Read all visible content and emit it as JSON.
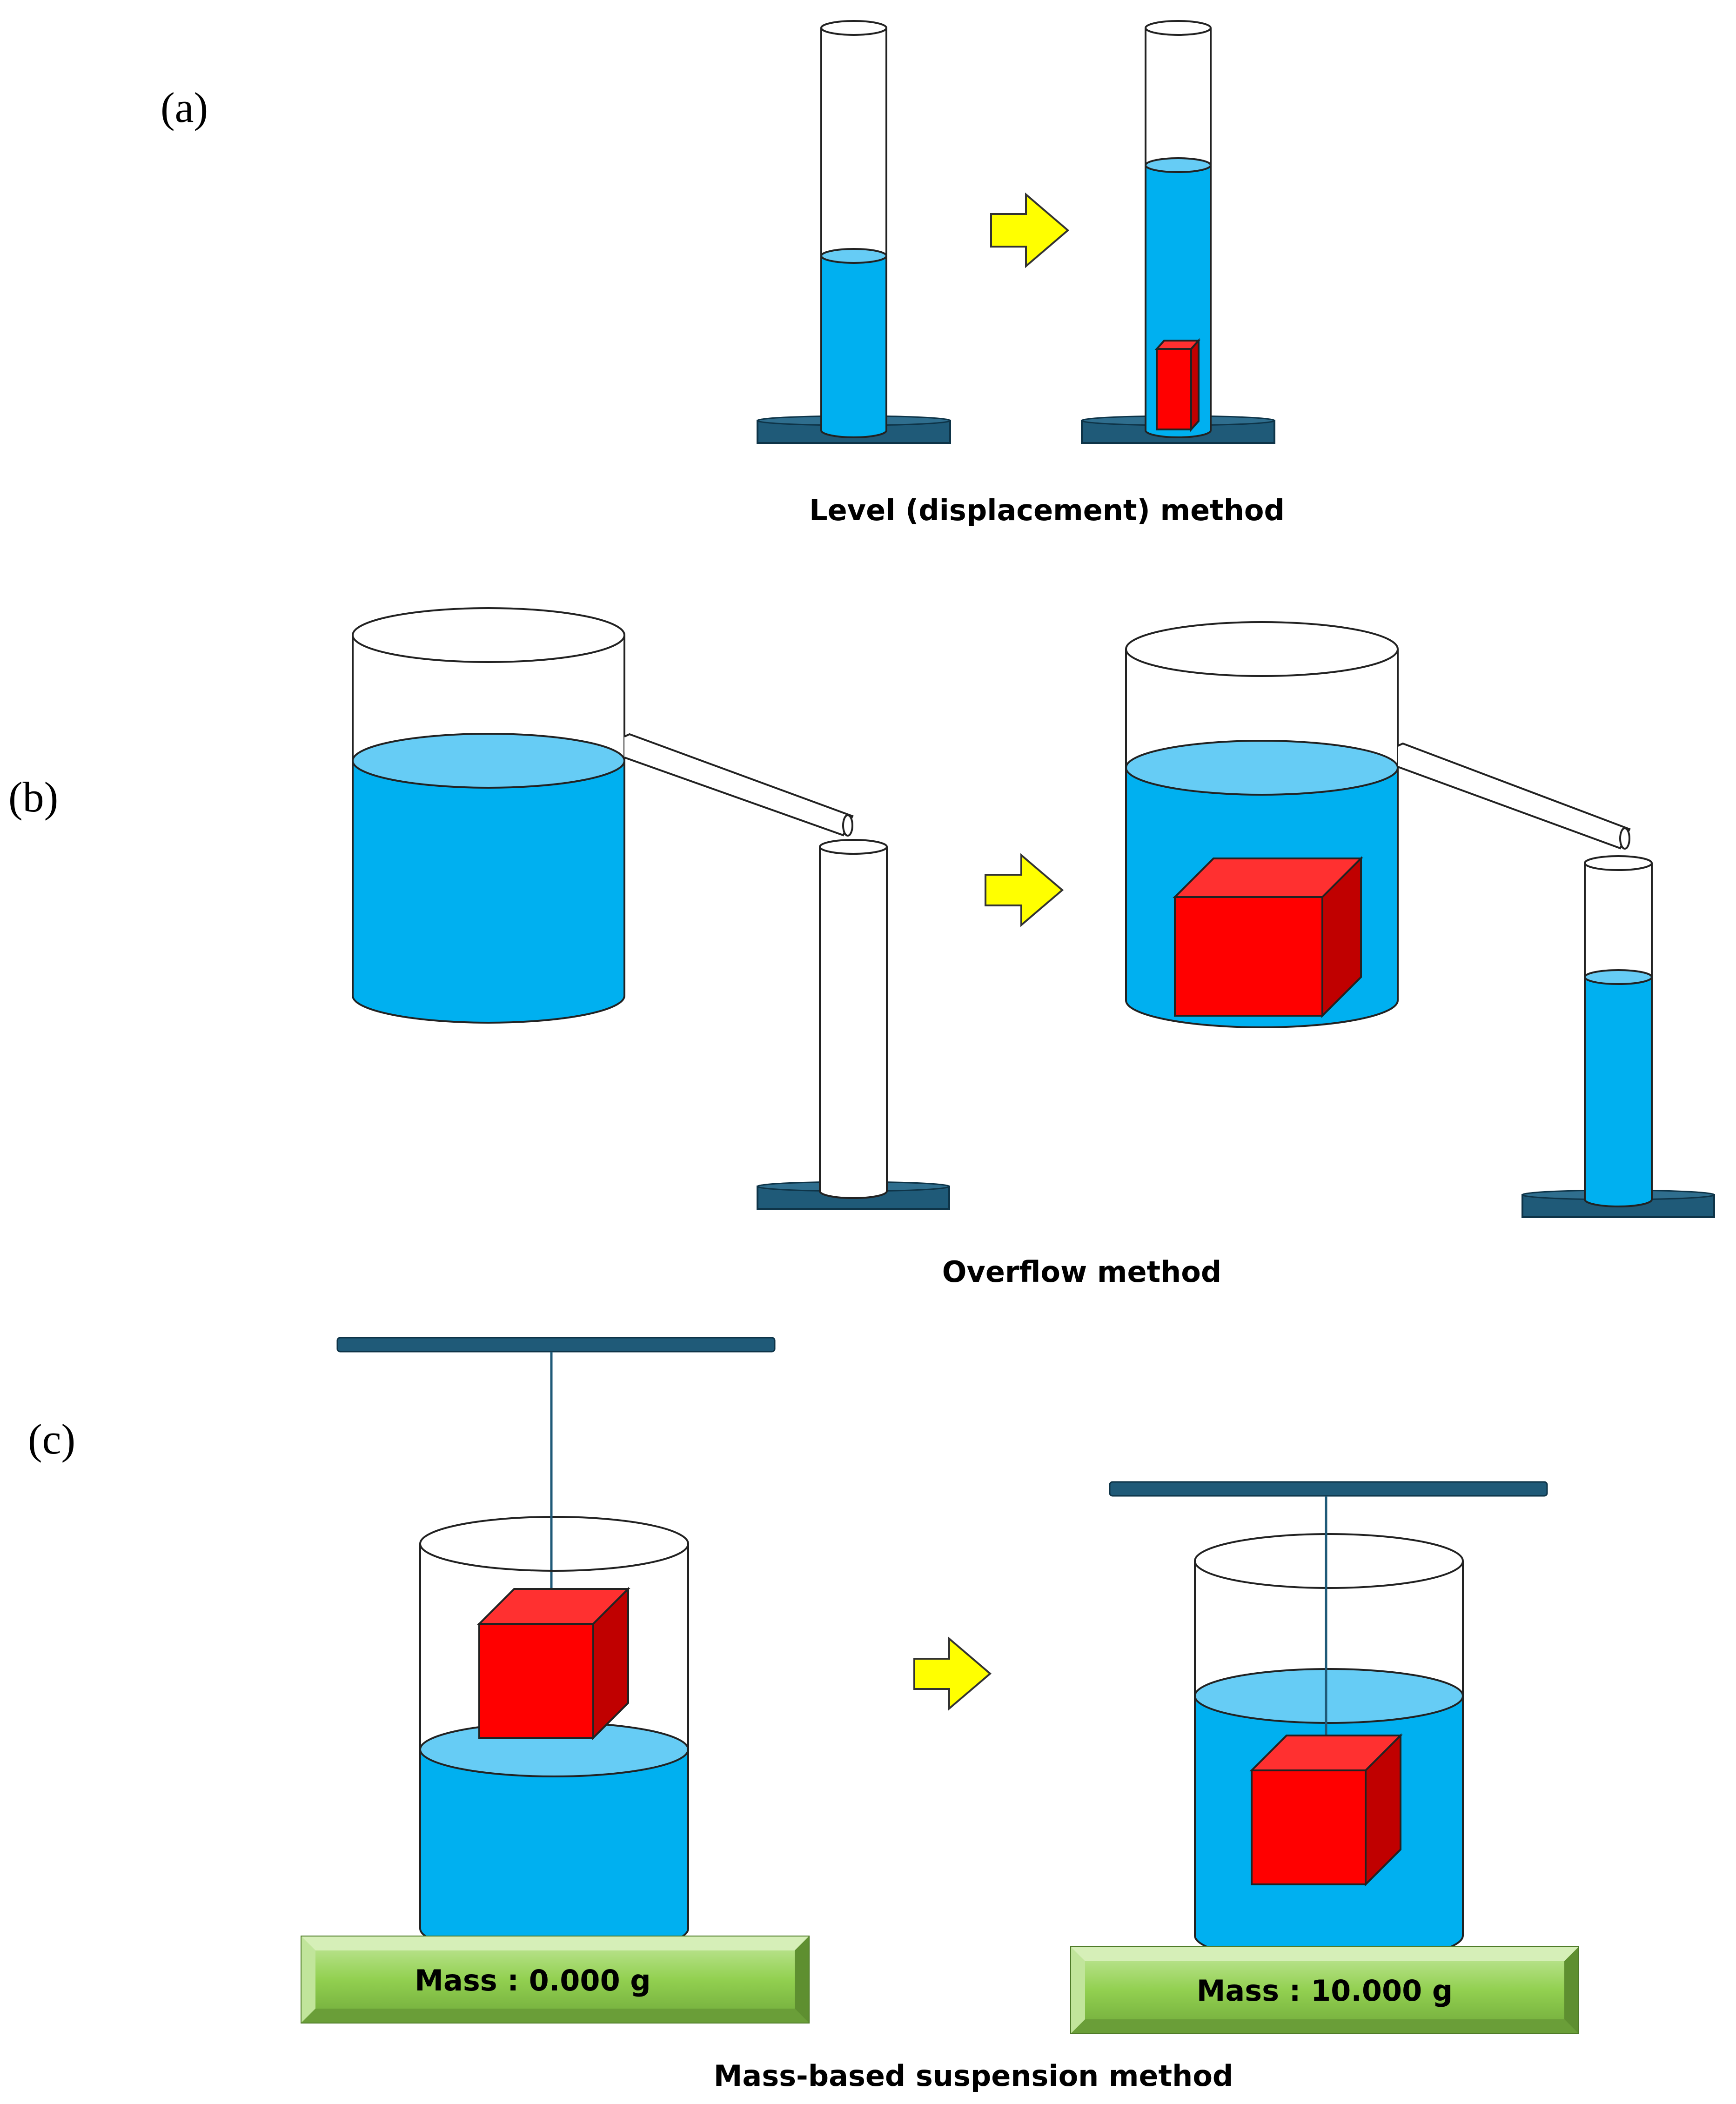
{
  "panels": [
    {
      "label": "(a)",
      "caption": "Level (displacement) method"
    },
    {
      "label": "(b)",
      "caption": "Overflow method"
    },
    {
      "label": "(c)",
      "caption": "Mass-based suspension method"
    }
  ],
  "scales": {
    "left_reading": "Mass : 0.000 g",
    "right_reading": "Mass : 10.000 g"
  },
  "icons": [
    "arrow-right-icon",
    "arrow-right-icon",
    "arrow-right-icon"
  ],
  "colors": {
    "water": "#00B0F0",
    "water_surface": "#66CCF5",
    "cube_front": "#FF0000",
    "cube_top": "#FF3030",
    "cube_side": "#C00000",
    "stand": "#1F5A78",
    "arrow": "#FFFF00",
    "scale": "#92D050"
  }
}
